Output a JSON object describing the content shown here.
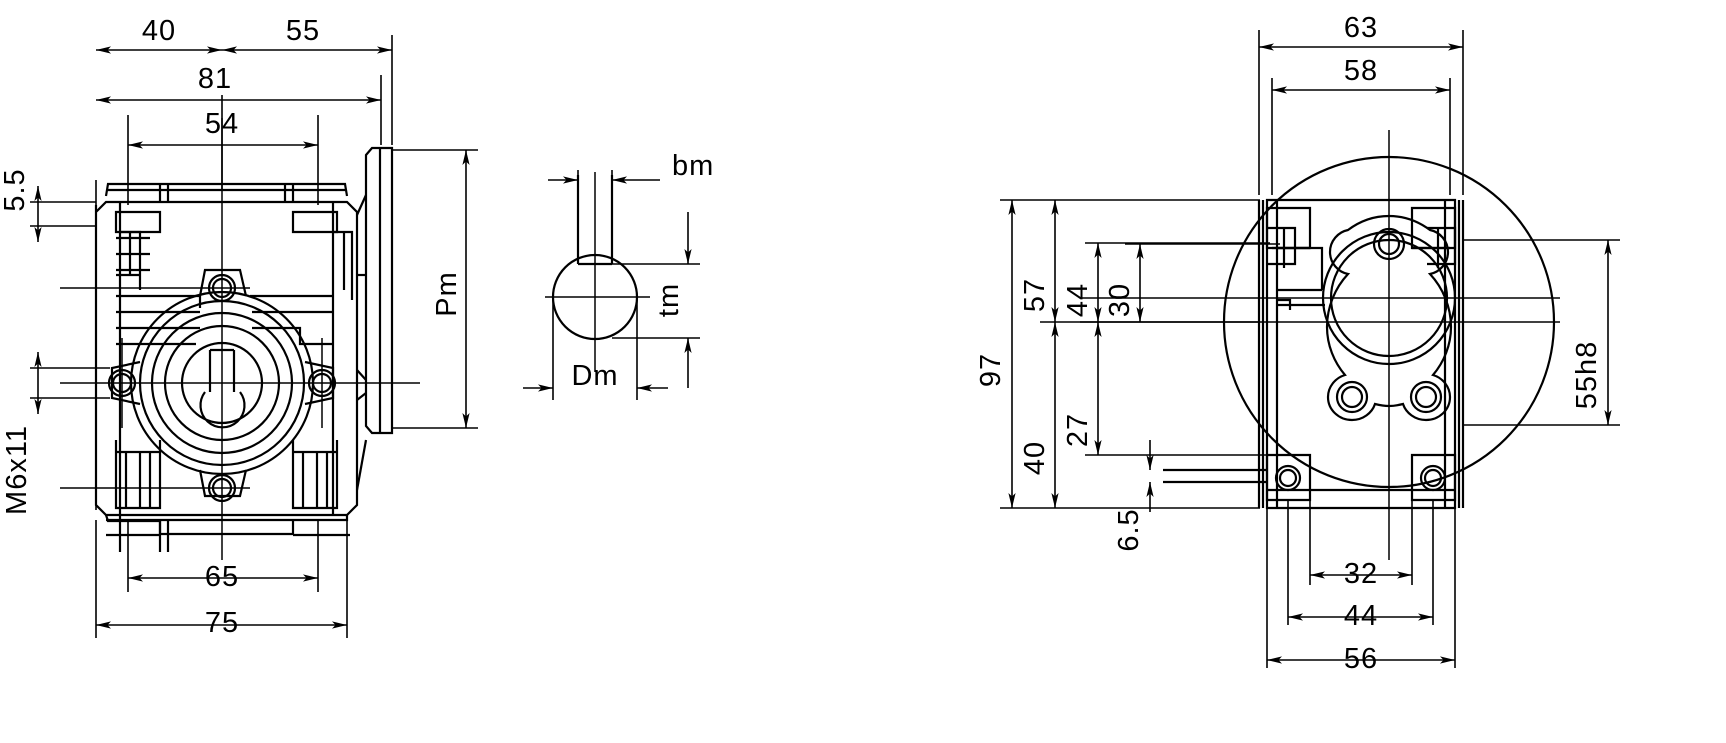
{
  "drawing": {
    "title": "Worm gearbox dimensional drawing",
    "line_color": "#000000",
    "background_color": "#ffffff",
    "views": [
      {
        "name": "front-view",
        "label": ""
      },
      {
        "name": "keyway-detail-view",
        "label": ""
      },
      {
        "name": "side-view",
        "label": ""
      }
    ]
  },
  "front_view": {
    "dimensions": {
      "d40": "40",
      "d55": "55",
      "d81": "81",
      "d54": "54",
      "d5_5": "5.5",
      "m6x11": "M6x11",
      "pm": "Pm",
      "d65": "65",
      "d75": "75"
    }
  },
  "keyway_detail": {
    "dimensions": {
      "bm": "bm",
      "tm": "tm",
      "dm": "Dm"
    }
  },
  "side_view": {
    "dimensions": {
      "d63": "63",
      "d58": "58",
      "d97": "97",
      "d57": "57",
      "d44": "44",
      "d30": "30",
      "d40": "40",
      "d27": "27",
      "d6_5": "6.5",
      "d55h8": "55h8",
      "d32": "32",
      "d44b": "44",
      "d56": "56"
    }
  }
}
